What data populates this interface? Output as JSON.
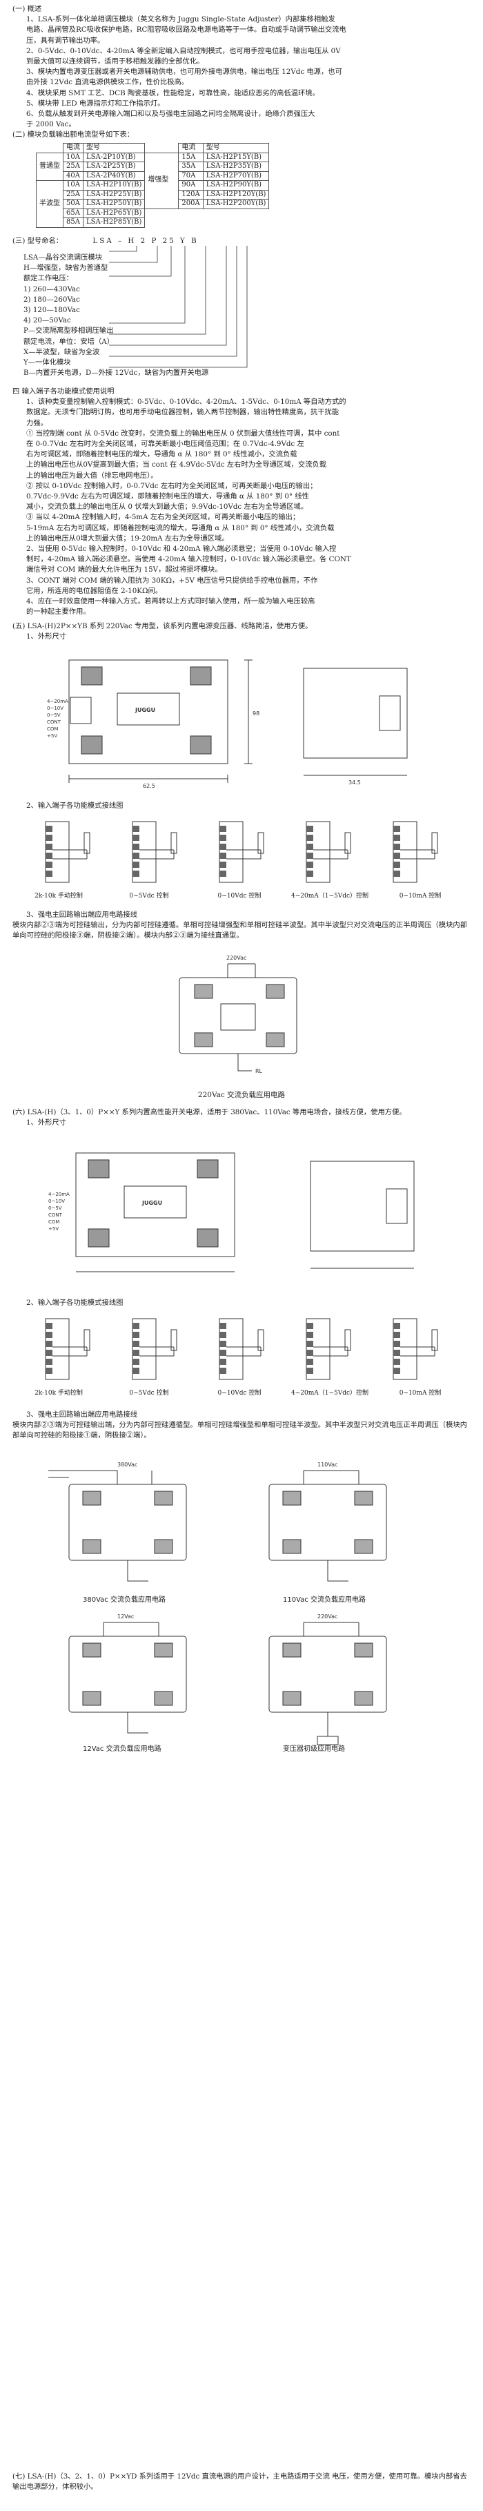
{
  "overview": {
    "heading": "(一) 概述",
    "lines": [
      "1、LSA-系列一体化单相调压模块（英文名称为 Juggu Single-State Adjuster）内部集移相触发",
      "电路、晶闸管及RC吸收保护电路，RC阻容吸收回路及电源电路等于一体。自动或手动调节输出交流电",
      "压，具有调节输出功率。",
      "2、0-5Vdc、0-10Vdc、4-20mA 等全新定编入自动控制模式，也可用手控电位器，输出电压从 0V",
      "到最大值可以连续调节，适用于移相触发器的全部优化。",
      "3、模块内置电源变压器或者开关电源辅助供电，也可用外接电源供电，输出电压 12Vdc 电源，也可",
      "由外接 12Vdc 直流电源供模块工作，性价比极高。",
      "4、模块采用 SMT 工艺、DCB 陶瓷基板，性能稳定，可靠性高，能适应恶劣的高低温环境。",
      "5、模块带 LED 电源指示灯和工作指示灯。",
      "6、负载从触发到开关电源输入端口和以及与强电主回路之间均全隔离设计，绝缘介质强压大",
      "于 2000 Vac。"
    ]
  },
  "models": {
    "heading": "(二) 模块负载输出额电流型号如下表：",
    "h_current": "电流",
    "h_model": "型号",
    "h_current2": "电流",
    "h_model2": "型号",
    "group_normal": "普通型",
    "group_enhanced": "增强型",
    "group_half": "半波型",
    "left_rows": [
      [
        "10A",
        "LSA-2P10Y(B)"
      ],
      [
        "25A",
        "LSA-2P25Y(B)"
      ],
      [
        "40A",
        "LSA-2P40Y(B)"
      ],
      [
        "10A",
        "LSA-H2P10Y(B)"
      ],
      [
        "25A",
        "LSA-H2P25Y(B)"
      ],
      [
        "50A",
        "LSA-H2P50Y(B)"
      ],
      [
        "65A",
        "LSA-H2P65Y(B)"
      ],
      [
        "85A",
        "LSA-H2P85Y(B)"
      ]
    ],
    "right_rows": [
      [
        "15A",
        "LSA-H2P15Y(B)"
      ],
      [
        "35A",
        "LSA-H2P35Y(B)"
      ],
      [
        "70A",
        "LSA-H2P70Y(B)"
      ],
      [
        "90A",
        "LSA-H2P90Y(B)"
      ],
      [
        "120A",
        "LSA-H2P120Y(B)"
      ],
      [
        "200A",
        "LSA-H2P200Y(B)"
      ]
    ]
  },
  "model_desc": {
    "heading": "(三)  型号命名：",
    "code": "LSA – H 2 P 25 Y B",
    "lines": [
      "LSA—晶谷交流调压模块",
      "H—增强型，缺省为普通型",
      "额定工作电压：",
      "1) 260—430Vac",
      "2) 180—260Vac",
      "3) 120—180Vac",
      "4) 20—50Vac",
      "P—交流隔离型移相调压输出",
      "额定电流，单位：安培（A）",
      "X—半波型，缺省为全波",
      "Y—一体化模块",
      "B—内置开关电源，D—外接 12Vdc，缺省为内置开关电源"
    ]
  },
  "signals": {
    "heading": "四  输入端子各功能模式使用说明",
    "lines": [
      "1、该种类变量控制输入控制模式：0-5Vdc、0-10Vdc、4-20mA、1-5Vdc、0-10mA 等自动方式的",
      "数据定。无须专门指明订购，也可用手动电位器控制，输入两节控制器，输出特性精度高，抗干扰能",
      "力强。",
      "①      当控制端 cont 从 0-5Vdc 改变时，交流负载上的输出电压从 0 伏到最大值线性可调，其中 cont",
      "在 0-0.7Vdc 左右时为全关闭区域，可靠关断最小电压阈值范围；在 0.7Vdc-4.9Vdc 左",
      "右为可调区域，即随着控制电压的增大，导通角 α 从 180° 到 0° 线性减小，交流负载",
      "上的输出电压也从0V提高到最大值；当 cont 在 4.9Vdc-5Vdc 左右时为全导通区域，交流负载",
      "上的输出电压为最大值（排忘电网电压）。",
      "②      按以 0-10Vdc 控制输入时，0-0.7Vdc 左右时为全关闭区域，可再关断最小电压的输出；",
      "0.7Vdc-9.9Vdc 左右为可调区域，即随着控制电压的增大，导通角 α 从 180° 到 0° 线性",
      "减小，交流负载上的输出电压从 0 伏增大到最大值；9.9Vdc-10Vdc 左右为全导通区域。",
      "③      当以 4-20mA 控制输入时，4-5mA 左右为全关闭区域，可再关断最小电压的输出；",
      "5-19mA 左右为可调区域，即随着控制电流的增大，导通角 α 从 180° 到 0° 线性减小，交流负载",
      "上的输出电压从0增大到最大值；19-20mA 左右为全导通区域。",
      "2、当使用 0-5Vdc 输入控制时，0-10Vdc 和 4-20mA 输入端必须悬空；当使用 0-10Vdc 输入控",
      "制时，4-20mA 输入端必须悬空。当使用 4-20mA 输入控制时，0-10Vdc 输入端必须悬空。各 CONT",
      "端信号对 COM 端的最大允许电压为 15V，超过将损坏模块。",
      "3、CONT 端对 COM 端的输入阻抗为 30KΩ，+5V 电压信号只提供给手控电位器用，不作",
      "它用，所连用的电位器阻值在 2-10KΩ间。",
      "4、应在一时效直使用一种输入方式，若再转以上方式同时输入使用，所一般为输入电压较高",
      "的一种起主要作用。"
    ]
  },
  "sec5": {
    "heading": "(五) LSA-(H)2P××YB 系列 220Vac 专用型，该系列内置电源变压器、线路简洁，使用方便。",
    "sub1": "1、外形尺寸",
    "sub2": "2、输入端子各功能模式接线图",
    "sub3": "3、强电主回路输出端应用电路接线",
    "sub3_note": "模块内部②③端为可控硅输出，分为内部可控硅遵循。单相可控硅增强型和单相可控硅半波型。其中半波型只对交流电压的正半周调压（模块内部单向可控硅的阳极接③端，阴极接②端）。模块内部②③端为接线直通型。",
    "caption": "220Vac 交流负载应用电路",
    "dim_w": "62.5",
    "dim_h": "98",
    "dim_side": "34.5",
    "wire_labels": [
      "2k-10k 手动控制",
      "0~5Vdc 控制",
      "0~10Vdc 控制",
      "4~20mA（1~5Vdc）控制",
      "0~10mA 控制"
    ],
    "terminal_labels": [
      "4~20mA",
      "0~10V",
      "0~5V",
      "CONT",
      "COM",
      "+5V"
    ]
  },
  "sec6": {
    "heading": "(六) LSA-(H)（3、1、0）P××Y 系列内置高性能开关电源，适用于 380Vac、110Vac 等用电场合，接线方便，使用方便。",
    "sub1": "1、外形尺寸",
    "sub2": "2、输入端子各功能模式接线图",
    "sub3": "3、强电主回路输出端应用电路接线",
    "sub3_note": "模块内部②③端为可控硅输出端，分为内部可控硅遵循型。单相可控硅增强型和单相可控硅半波型。其中半波型只对交流电压正半周调压（模块内部单向可控硅的阳极接①端，阴极接②端）。",
    "cap_a": "380Vac 交流负载应用电路",
    "cap_b": "110Vac 交流负载应用电路",
    "cap_c": "12Vac 交流负载应用电路",
    "cap_d": "变压器初级应用电路",
    "wire_labels": [
      "2k-10k 手动控制",
      "0~5Vdc 控制",
      "0~10Vdc 控制",
      "4~20mA（1~5Vdc）控制",
      "0~10mA 控制"
    ],
    "v380": "380Vac",
    "v110": "110Vac",
    "v220": "220Vac"
  },
  "sec7": {
    "heading": "(七) LSA-(H)（3、2、1、0）P××YD 系列适用于 12Vdc 直流电源的用户设计，主电路适用于交流 电压，使用方便，使用可靠。模块内部省去输出电源部分，体积较小。"
  }
}
